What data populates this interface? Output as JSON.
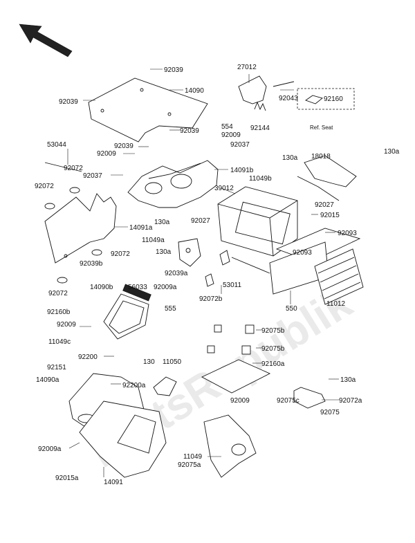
{
  "watermark": "PartsRepublik",
  "ref_box": {
    "part": "92160",
    "caption": "Ref. Seat"
  },
  "labels": {
    "l92039a": "92039",
    "l14090": "14090",
    "l92039b": "92039",
    "l92039c": "92039",
    "l92039d": "92039",
    "l27012": "27012",
    "l92043": "92043",
    "l554": "554",
    "l92009a": "92009",
    "l92144": "92144",
    "l92037a": "92037",
    "l53044": "53044",
    "l92009b": "92009",
    "l92072a": "92072",
    "l92037b": "92037",
    "l14091b": "14091b",
    "l92072b": "92072",
    "l130a_1": "130a",
    "l18018": "18018",
    "l130a_2": "130a",
    "l11049b": "11049b",
    "l92027a": "92027",
    "l39012": "39012",
    "l92015": "92015",
    "l14091a": "14091a",
    "l130a_3": "130a",
    "l92027b": "92027",
    "l92093a": "92093",
    "l92093b": "92093",
    "l11049a": "11049a",
    "l130a_4": "130a",
    "l92072c": "92072",
    "l92039b2": "92039b",
    "l92039a2": "92039a",
    "l53011": "53011",
    "l92072d": "92072",
    "l14090b": "14090b",
    "l56033": "56033",
    "l92009a2": "92009a",
    "l555": "555",
    "l92072b2": "92072b",
    "l550": "550",
    "l11012": "11012",
    "l92160b": "92160b",
    "l92009c": "92009",
    "l92075b_1": "92075b",
    "l11049c": "11049c",
    "l92075b_2": "92075b",
    "l92200": "92200",
    "l92160a": "92160a",
    "l92151": "92151",
    "l130": "130",
    "l11050": "11050",
    "l14090a": "14090a",
    "l92200a": "92200a",
    "l130a_5": "130a",
    "l92009d": "92009",
    "l92075c": "92075c",
    "l92072a2": "92072a",
    "l92075": "92075",
    "l11049": "11049",
    "l92009a3": "92009a",
    "l92015a": "92015a",
    "l14091": "14091",
    "l92075a": "92075a"
  }
}
